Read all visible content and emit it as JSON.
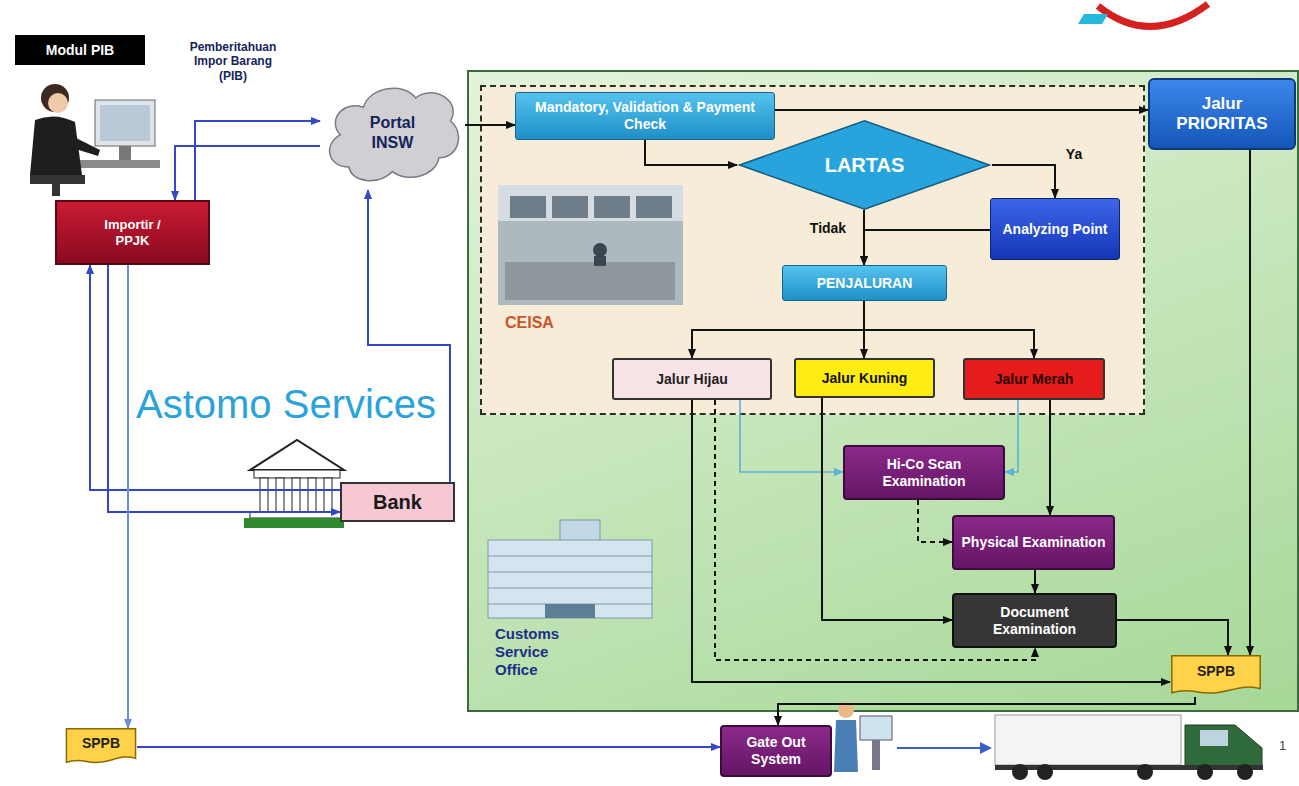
{
  "diagram": {
    "nodes": [
      {
        "text": [
          "Modul PIB"
        ]
      },
      {
        "text": [
          "Importir / PPJK"
        ]
      },
      {
        "text": [
          "Portal INSW"
        ]
      },
      {
        "text": [
          "Customs Service Office"
        ]
      },
      {
        "text": [
          "CEISA"
        ],
        "in": 3
      },
      {
        "text": [
          "Mandatory, Validation & Payment Check"
        ],
        "in": 4
      },
      {
        "text": [
          "LARTAS"
        ],
        "in": 4
      },
      {
        "text": [
          "Analyzing Point"
        ],
        "in": 4
      },
      {
        "text": [
          "PENJALURAN"
        ],
        "in": 4
      },
      {
        "text": [
          "Jalur Hijau"
        ],
        "in": 4
      },
      {
        "text": [
          "Jalur Kuning"
        ],
        "in": 4
      },
      {
        "text": [
          "Jalur Merah"
        ],
        "in": 4
      },
      {
        "text": [
          "Jalur PRIORITAS"
        ],
        "in": 3
      },
      {
        "text": [
          "Hi-Co Scan Examination"
        ],
        "in": 3
      },
      {
        "text": [
          "Physical Examination"
        ],
        "in": 3
      },
      {
        "text": [
          "Document Examination"
        ],
        "in": 3
      },
      {
        "text": [
          "SPPB"
        ],
        "in": 3
      },
      {
        "text": [
          "Bank"
        ]
      },
      {
        "text": [
          "SPPB"
        ]
      },
      {
        "text": [
          "Gate Out System"
        ]
      }
    ],
    "edges": [
      {
        "from": 1,
        "to": 2,
        "arrow": "to",
        "label": "Pemberitahuan Impor Barang (PIB)"
      },
      {
        "from": 2,
        "to": 1,
        "arrow": "to"
      },
      {
        "from": 1,
        "to": 17,
        "arrow": "to"
      },
      {
        "from": 17,
        "to": 1,
        "arrow": "to"
      },
      {
        "from": 17,
        "to": 2,
        "arrow": "to"
      },
      {
        "from": 1,
        "to": 18,
        "arrow": "to"
      },
      {
        "from": 2,
        "to": 5,
        "arrow": "to"
      },
      {
        "from": 5,
        "to": 12,
        "arrow": "to"
      },
      {
        "from": 5,
        "to": 6,
        "arrow": "to"
      },
      {
        "from": 6,
        "to": 7,
        "arrow": "to",
        "label": "Ya"
      },
      {
        "from": 6,
        "to": 8,
        "arrow": "to",
        "label": "Tidak"
      },
      {
        "from": 7,
        "to": 8,
        "arrow": "to"
      },
      {
        "from": 8,
        "to": 9,
        "arrow": "to"
      },
      {
        "from": 8,
        "to": 10,
        "arrow": "to"
      },
      {
        "from": 8,
        "to": 11,
        "arrow": "to"
      },
      {
        "from": 9,
        "to": 13,
        "arrow": "to"
      },
      {
        "from": 11,
        "to": 13,
        "arrow": "to"
      },
      {
        "from": 11,
        "to": 14,
        "arrow": "to"
      },
      {
        "from": 13,
        "to": 14,
        "arrow": "to"
      },
      {
        "from": 14,
        "to": 15,
        "arrow": "to"
      },
      {
        "from": 10,
        "to": 15,
        "arrow": "to"
      },
      {
        "from": 9,
        "to": 15,
        "arrow": "to"
      },
      {
        "from": 9,
        "to": 16,
        "arrow": "to"
      },
      {
        "from": 15,
        "to": 16,
        "arrow": "to"
      },
      {
        "from": 12,
        "to": 16,
        "arrow": "to"
      },
      {
        "from": 16,
        "to": 19,
        "arrow": "to"
      },
      {
        "from": 18,
        "to": 19,
        "arrow": "to"
      }
    ],
    "labels": [
      "Astomo Services",
      "1"
    ]
  }
}
